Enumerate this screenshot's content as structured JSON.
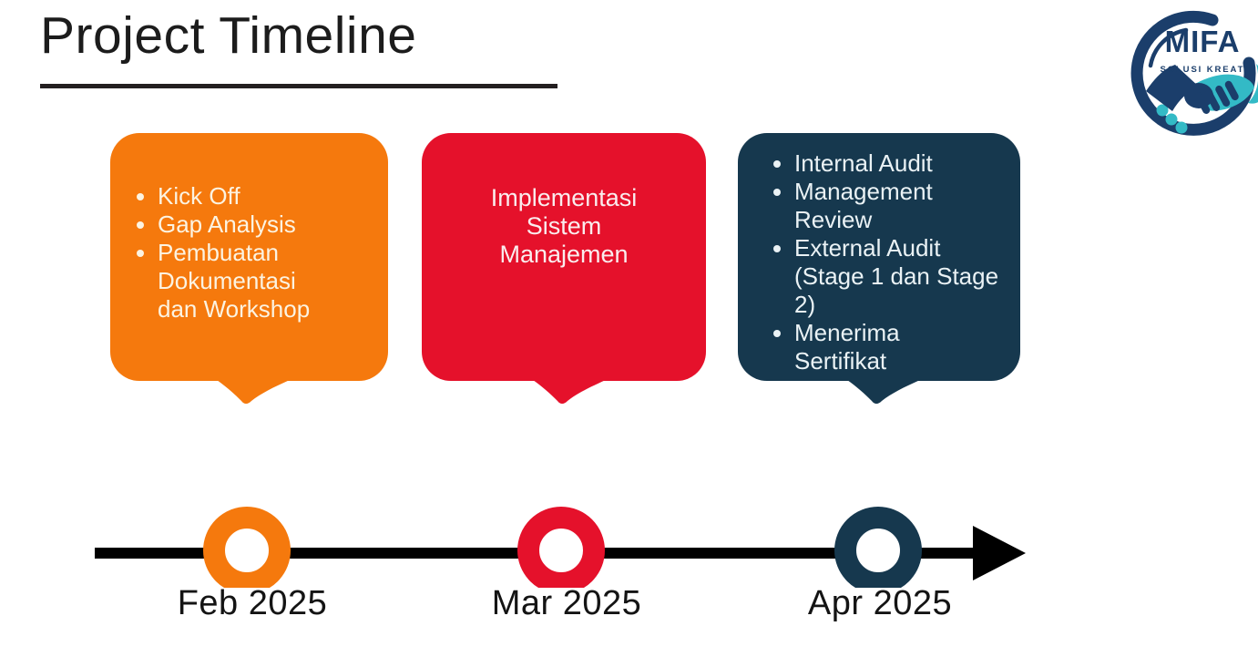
{
  "header": {
    "title": "Project Timeline"
  },
  "logo": {
    "name": "MIFA",
    "tagline": "SOLUSI KREATIF",
    "navy": "#1b3e6b",
    "teal": "#33bac6"
  },
  "bubbles": [
    {
      "month": "Feb 2025",
      "color": "#f5790d",
      "text_color": "#fcf3e1",
      "items": [
        [
          "Kick Off"
        ],
        [
          "Gap Analysis"
        ],
        [
          "Pembuatan",
          "Dokumentasi",
          "dan Workshop"
        ]
      ]
    },
    {
      "month": "Mar 2025",
      "color": "#e5112b",
      "text_color": "#faedee",
      "text": [
        "Implementasi",
        "Sistem",
        "Manajemen"
      ]
    },
    {
      "month": "Apr 2025",
      "color": "#16384e",
      "text_color": "#eaf2f5",
      "items": [
        [
          "Internal Audit"
        ],
        [
          "Management",
          "Review"
        ],
        [
          "External Audit",
          "(Stage 1 dan Stage",
          "2)"
        ],
        [
          "Menerima",
          "Sertifikat"
        ]
      ]
    }
  ],
  "timeline": {
    "line_color": "#000000",
    "milestones": [
      {
        "label": "Feb 2025",
        "color": "#f5790d"
      },
      {
        "label": "Mar 2025",
        "color": "#e5112b"
      },
      {
        "label": "Apr 2025",
        "color": "#16384e"
      }
    ]
  }
}
